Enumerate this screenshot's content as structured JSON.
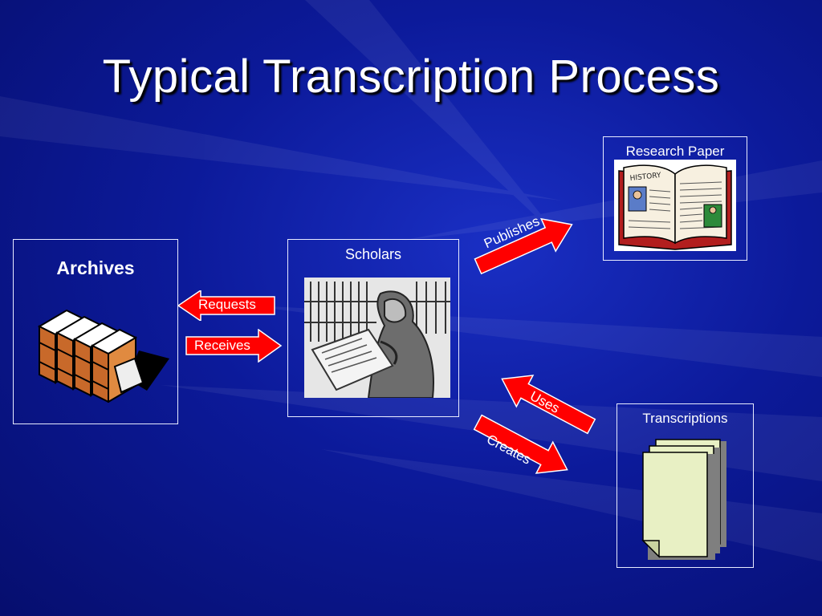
{
  "slide": {
    "title": "Typical Transcription Process"
  },
  "nodes": {
    "archives": {
      "label": "Archives",
      "icon": "books-icon"
    },
    "scholars": {
      "label": "Scholars",
      "icon": "scholar-engraving-icon"
    },
    "research_paper": {
      "label": "Research Paper",
      "icon": "history-book-icon"
    },
    "transcriptions": {
      "label": "Transcriptions",
      "icon": "document-stack-icon"
    }
  },
  "edges": {
    "requests": "Requests",
    "receives": "Receives",
    "publishes": "Publishes",
    "uses": "Uses",
    "creates": "Creates"
  },
  "colors": {
    "background": "#0c1a9a",
    "arrow": "#ff0000",
    "text": "#ffffff"
  }
}
